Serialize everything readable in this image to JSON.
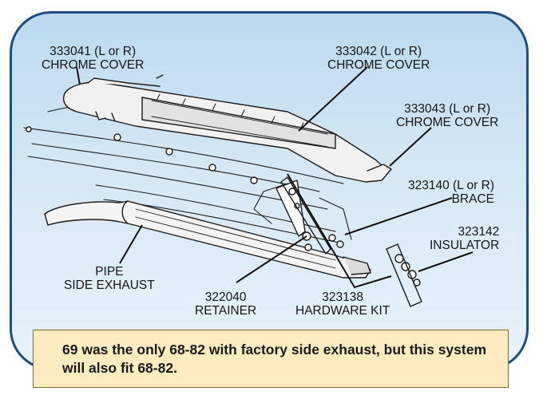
{
  "labels": {
    "cover_left": {
      "part": "333041  (L or R)",
      "name": "CHROME COVER"
    },
    "cover_mid": {
      "part": "333042  (L or R)",
      "name": "CHROME COVER"
    },
    "cover_rear": {
      "part": "333043  (L or R)",
      "name": "CHROME COVER"
    },
    "brace": {
      "part": "323140  (L or R)",
      "name": "BRACE"
    },
    "insulator": {
      "part": "323142",
      "name": "INSULATOR"
    },
    "pipe": {
      "part": "PIPE",
      "name": "SIDE EXHAUST"
    },
    "retainer": {
      "part": "322040",
      "name": "RETAINER"
    },
    "hardware": {
      "part": "323138",
      "name": "HARDWARE KIT"
    }
  },
  "note": "69 was the only 68-82 with factory side exhaust, but this system will also fit 68-82.",
  "colors": {
    "frame": "#1d4f82",
    "panel_top": "#bcd9ef",
    "note_bg": "#fcecc0"
  }
}
